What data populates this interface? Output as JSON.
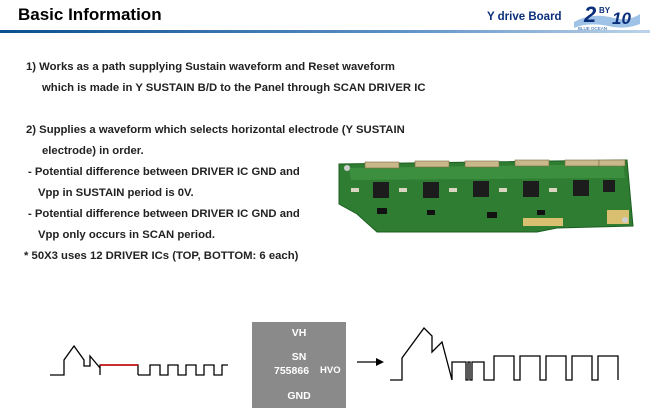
{
  "header": {
    "title": "Basic Information",
    "board_label": "Y drive Board",
    "logo": {
      "main": "2",
      "by": "BY",
      "ten": "10",
      "tagline": "BLUE OCEAN"
    }
  },
  "lines": [
    "1) Works as a path supplying Sustain waveform and Reset waveform",
    "which is made in Y SUSTAIN B/D to the Panel through SCAN DRIVER IC",
    "2) Supplies a waveform which selects horizontal electrode (Y SUSTAIN",
    "electrode) in order.",
    "- Potential difference between DRIVER IC GND and",
    "Vpp in SUSTAIN period is 0V.",
    "- Potential difference between DRIVER IC GND and",
    "Vpp only occurs in SCAN period.",
    "* 50X3 uses 12 DRIVER ICs (TOP, BOTTOM: 6 each)"
  ],
  "ic": {
    "vh": "VH",
    "sn": "SN",
    "part": "755866",
    "hvo": "HVO",
    "gnd": "GND"
  },
  "colors": {
    "accent_blue": "#0b2e7a",
    "highlight_red": "#cc0000",
    "ic_gray": "#8a8a8a",
    "board_green": "#2e7d32"
  }
}
